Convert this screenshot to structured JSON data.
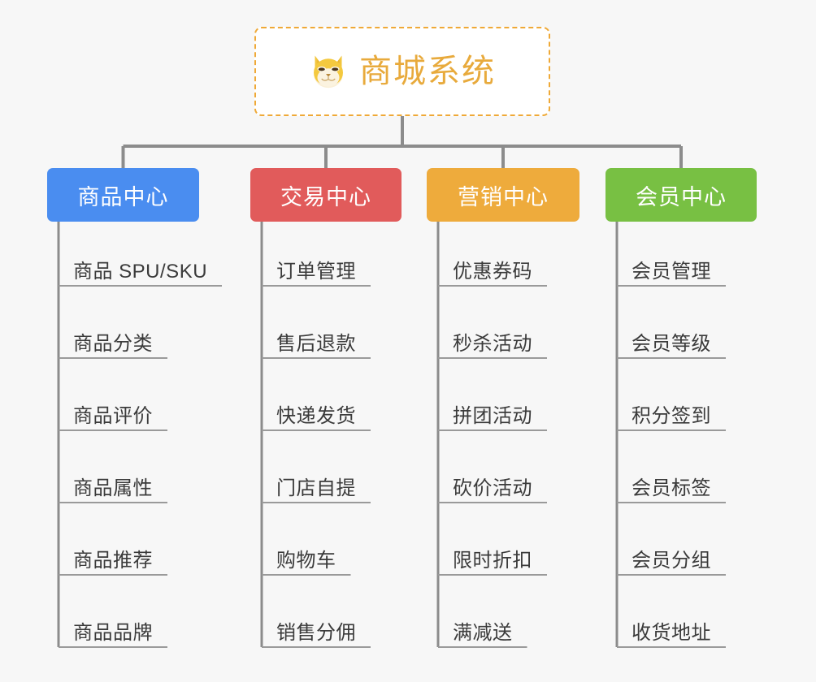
{
  "page": {
    "background_color": "#f7f7f7",
    "line_color": "#8c8c8c",
    "leaf_text_color": "#3b3b3b",
    "leaf_rule_color": "#9a9a9a"
  },
  "root": {
    "title": "商城系统",
    "icon": "shiba-dog-icon",
    "border_color": "#efa937",
    "title_color": "#e8aa3c",
    "background": "#ffffff"
  },
  "categories": [
    {
      "label": "商品中心",
      "color": "#4a8df0",
      "items": [
        "商品 SPU/SKU",
        "商品分类",
        "商品评价",
        "商品属性",
        "商品推荐",
        "商品品牌"
      ]
    },
    {
      "label": "交易中心",
      "color": "#e15b5b",
      "items": [
        "订单管理",
        "售后退款",
        "快递发货",
        "门店自提",
        "购物车",
        "销售分佣"
      ]
    },
    {
      "label": "营销中心",
      "color": "#eeab3c",
      "items": [
        "优惠券码",
        "秒杀活动",
        "拼团活动",
        "砍价活动",
        "限时折扣",
        "满减送"
      ]
    },
    {
      "label": "会员中心",
      "color": "#78c043",
      "items": [
        "会员管理",
        "会员等级",
        "积分签到",
        "会员标签",
        "会员分组",
        "收货地址"
      ]
    }
  ]
}
